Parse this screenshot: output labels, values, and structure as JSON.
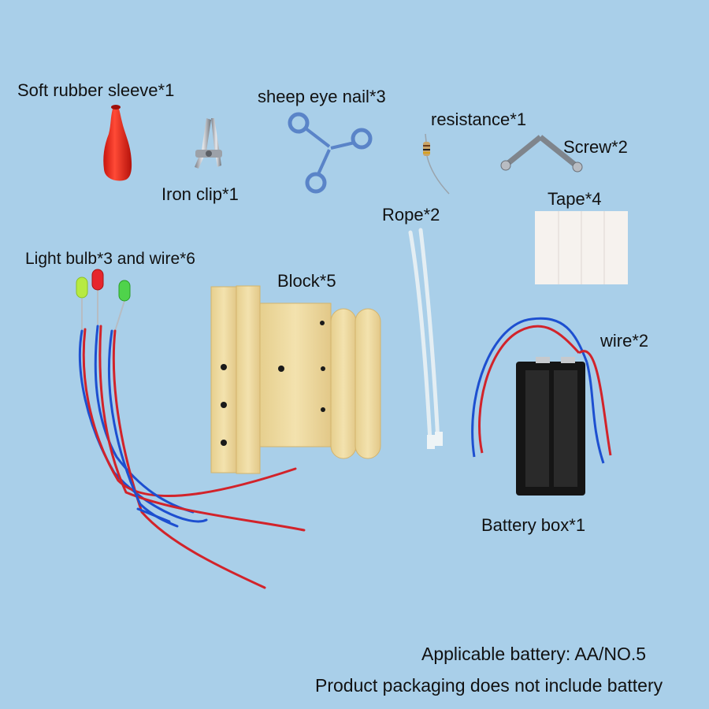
{
  "background_color": "#a9cfe9",
  "labels": {
    "rubber_sleeve": "Soft rubber sleeve*1",
    "eye_nail": "sheep eye nail*3",
    "resistance": "resistance*1",
    "screw": "Screw*2",
    "iron_clip": "Iron clip*1",
    "tape": "Tape*4",
    "rope": "Rope*2",
    "bulbs_wire": "Light bulb*3 and wire*6",
    "block": "Block*5",
    "wire": "wire*2",
    "battery_box": "Battery box*1"
  },
  "notes": {
    "battery_type": "Applicable battery: AA/NO.5",
    "packaging": "Product packaging does not include battery"
  },
  "colors": {
    "wood": "#eed9a0",
    "rubber": "#e8261c",
    "wire_red": "#d2232a",
    "wire_blue": "#1d4fd0",
    "battery_box": "#151515",
    "tape": "#f6f2ee"
  }
}
